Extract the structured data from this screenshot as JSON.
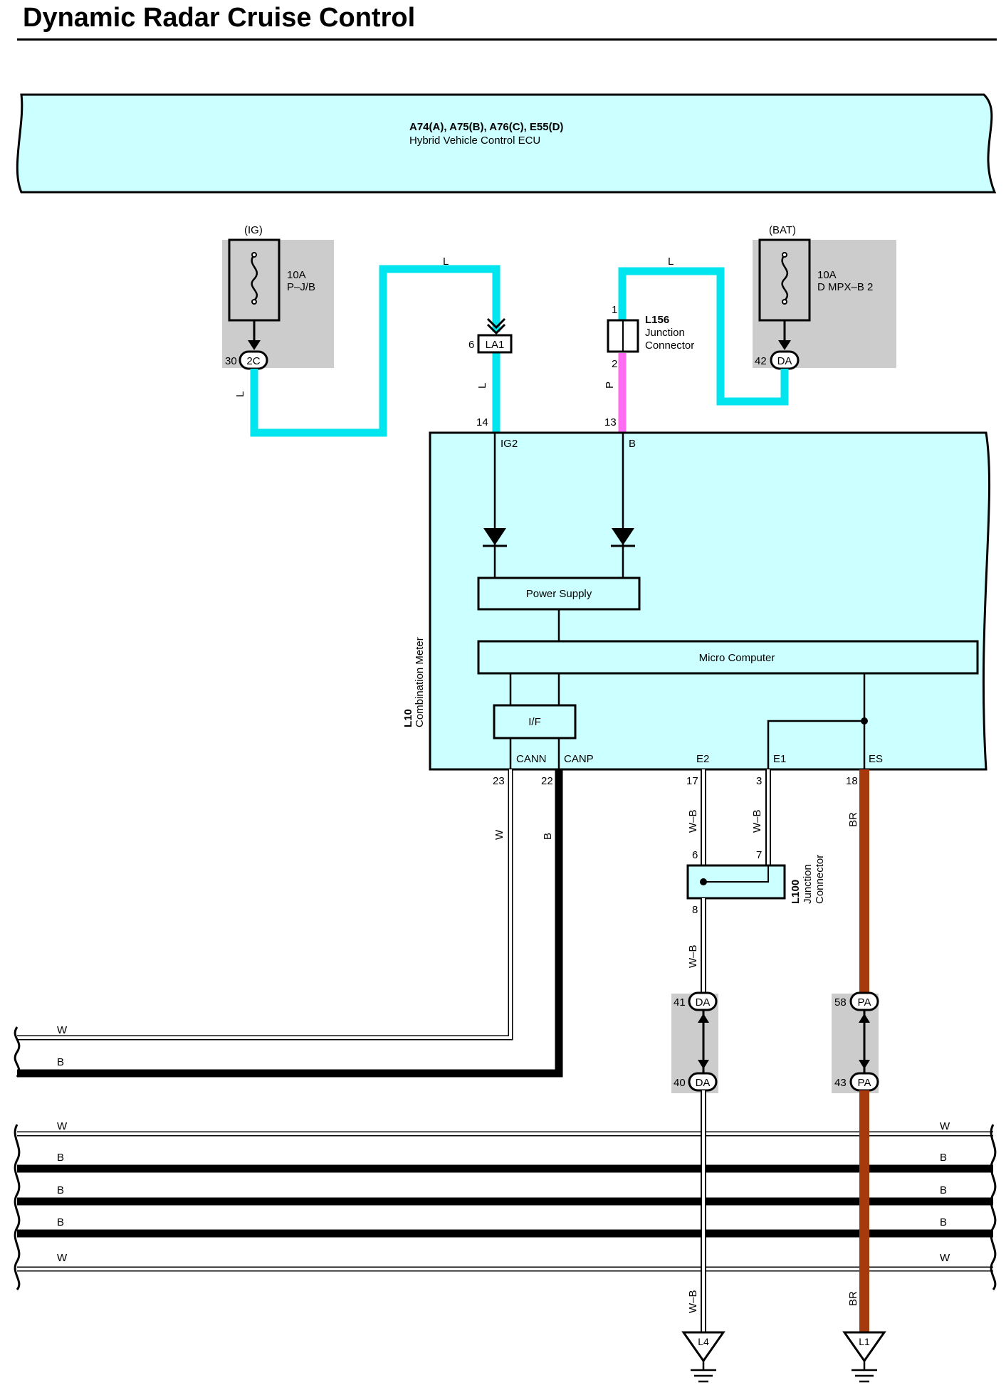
{
  "title": "Dynamic Radar Cruise Control",
  "ecu": {
    "connectors": "A74(A), A75(B), A76(C), E55(D)",
    "name": "Hybrid Vehicle Control ECU"
  },
  "fuse_ig": {
    "supply": "(IG)",
    "rating": "10A",
    "name": "P–J/B",
    "pin": "30",
    "connector": "2C"
  },
  "fuse_bat": {
    "supply": "(BAT)",
    "rating": "10A",
    "name": "D MPX–B 2",
    "pin": "42",
    "connector": "DA"
  },
  "wires": {
    "ig_wire_color": "L",
    "ig_wire_color_2": "L",
    "la1_wire_color": "L",
    "bat_wire_color": "L",
    "p_wire_color": "P",
    "w_wire_color": "W",
    "b_wire_color": "B",
    "wb_17": "W–B",
    "wb_3": "W–B",
    "wb_8": "W–B",
    "wb_ground": "W–B",
    "br_18": "BR",
    "br_ground": "BR"
  },
  "la1": {
    "pin": "6",
    "connector": "LA1"
  },
  "l156": {
    "code": "L156",
    "name_line1": "Junction",
    "name_line2": "Connector",
    "pin_top": "1",
    "pin_bottom": "2"
  },
  "meter": {
    "code": "L10",
    "name": "Combination Meter",
    "pin_ig2": "14",
    "term_ig2": "IG2",
    "pin_b": "13",
    "term_b": "B",
    "power_supply": "Power Supply",
    "micro_computer": "Micro Computer",
    "interface": "I/F",
    "term_cann": "CANN",
    "term_canp": "CANP",
    "term_e2": "E2",
    "term_e1": "E1",
    "term_es": "ES",
    "pin_cann": "23",
    "pin_canp": "22",
    "pin_e2": "17",
    "pin_e1": "3",
    "pin_es": "18"
  },
  "l100": {
    "code": "L100",
    "name_line1": "Junction",
    "name_line2": "Connector",
    "pin_6": "6",
    "pin_7": "7",
    "pin_8": "8"
  },
  "da_conn": {
    "pin_top": "41",
    "pin_bottom": "40",
    "connector": "DA"
  },
  "pa_conn": {
    "pin_top": "58",
    "pin_bottom": "43",
    "connector": "PA"
  },
  "bus": {
    "can_w": "W",
    "can_b": "B",
    "row1": "W",
    "row2": "B",
    "row3": "B",
    "row4": "B",
    "row5": "W"
  },
  "grounds": {
    "left": "L4",
    "right": "L1"
  },
  "colors": {
    "fill_cyan": "#ccffff",
    "wire_l": "#00e5ee",
    "wire_p": "#ff6cf2",
    "wire_br": "#a63a0d",
    "shade": "#cccccc"
  }
}
